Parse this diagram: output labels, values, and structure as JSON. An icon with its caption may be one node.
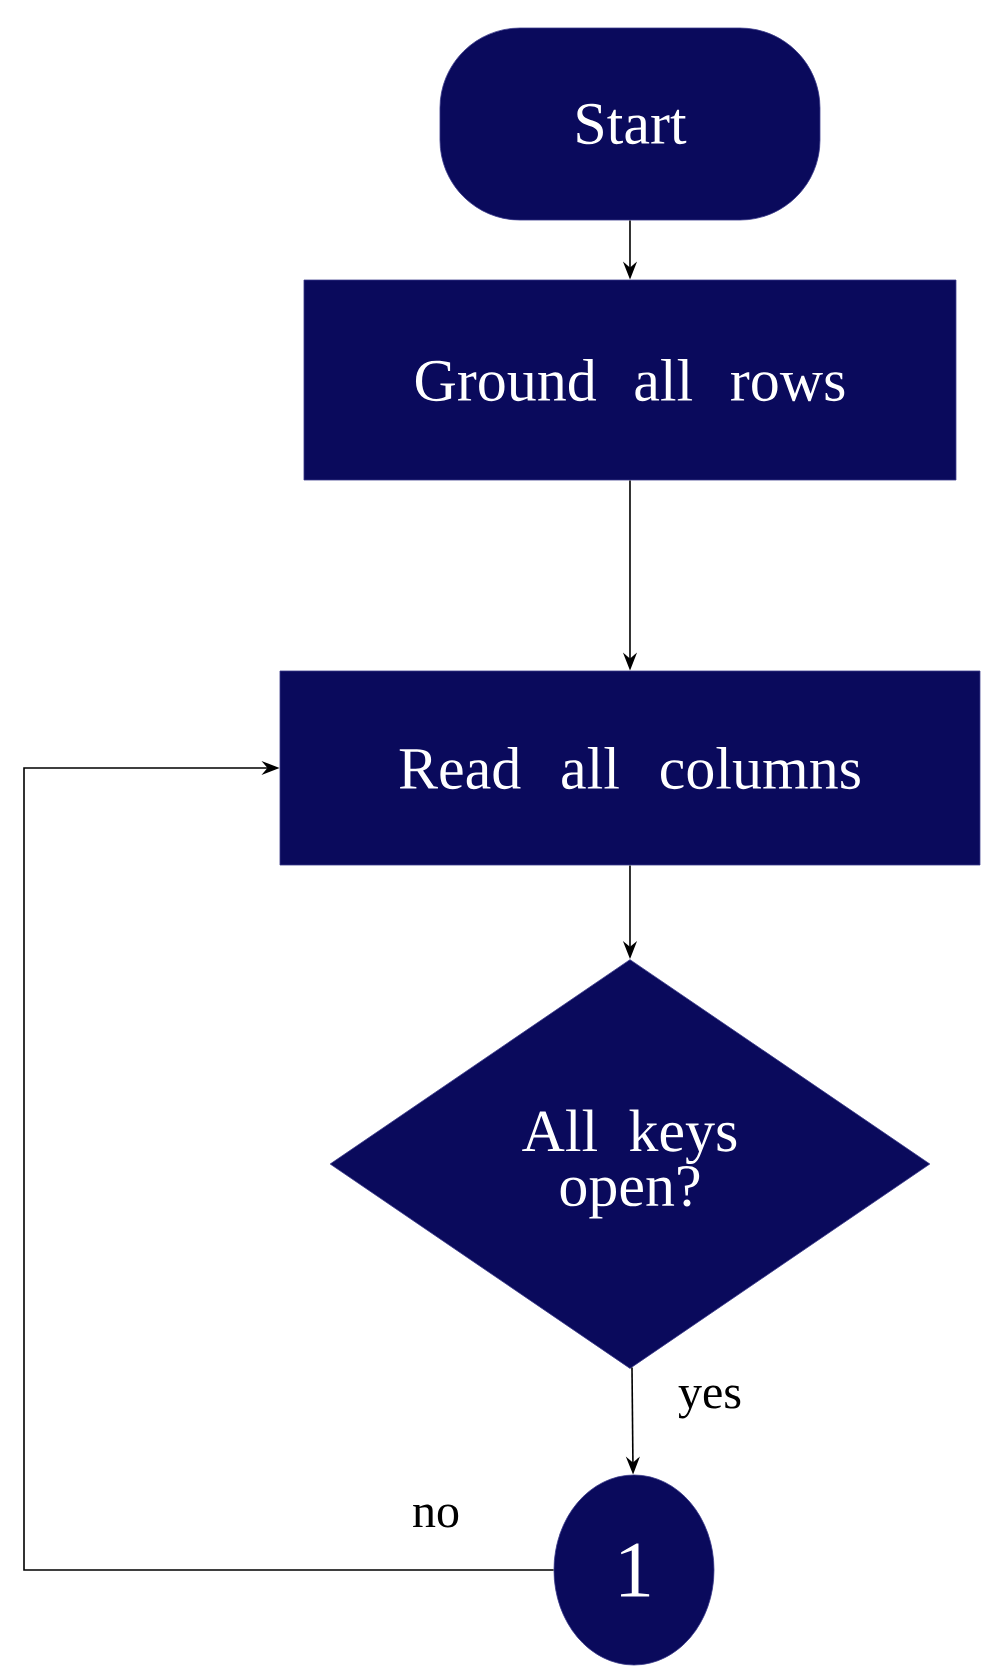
{
  "diagram": {
    "nodes": [
      {
        "text": [
          "Start"
        ]
      },
      {
        "text": [
          "Ground all rows"
        ]
      },
      {
        "text": [
          "Read all columns"
        ]
      },
      {
        "text": [
          "All keys open?"
        ]
      },
      {
        "text": [
          "1"
        ]
      }
    ],
    "edges": [
      {
        "from": 0,
        "to": 1,
        "arrow": "to"
      },
      {
        "from": 1,
        "to": 2,
        "arrow": "to"
      },
      {
        "from": 2,
        "to": 3,
        "arrow": "to"
      },
      {
        "from": 3,
        "to": 4,
        "arrow": "to",
        "label": "yes"
      },
      {
        "from": 4,
        "to": 2,
        "arrow": "to",
        "label": "no"
      }
    ]
  }
}
